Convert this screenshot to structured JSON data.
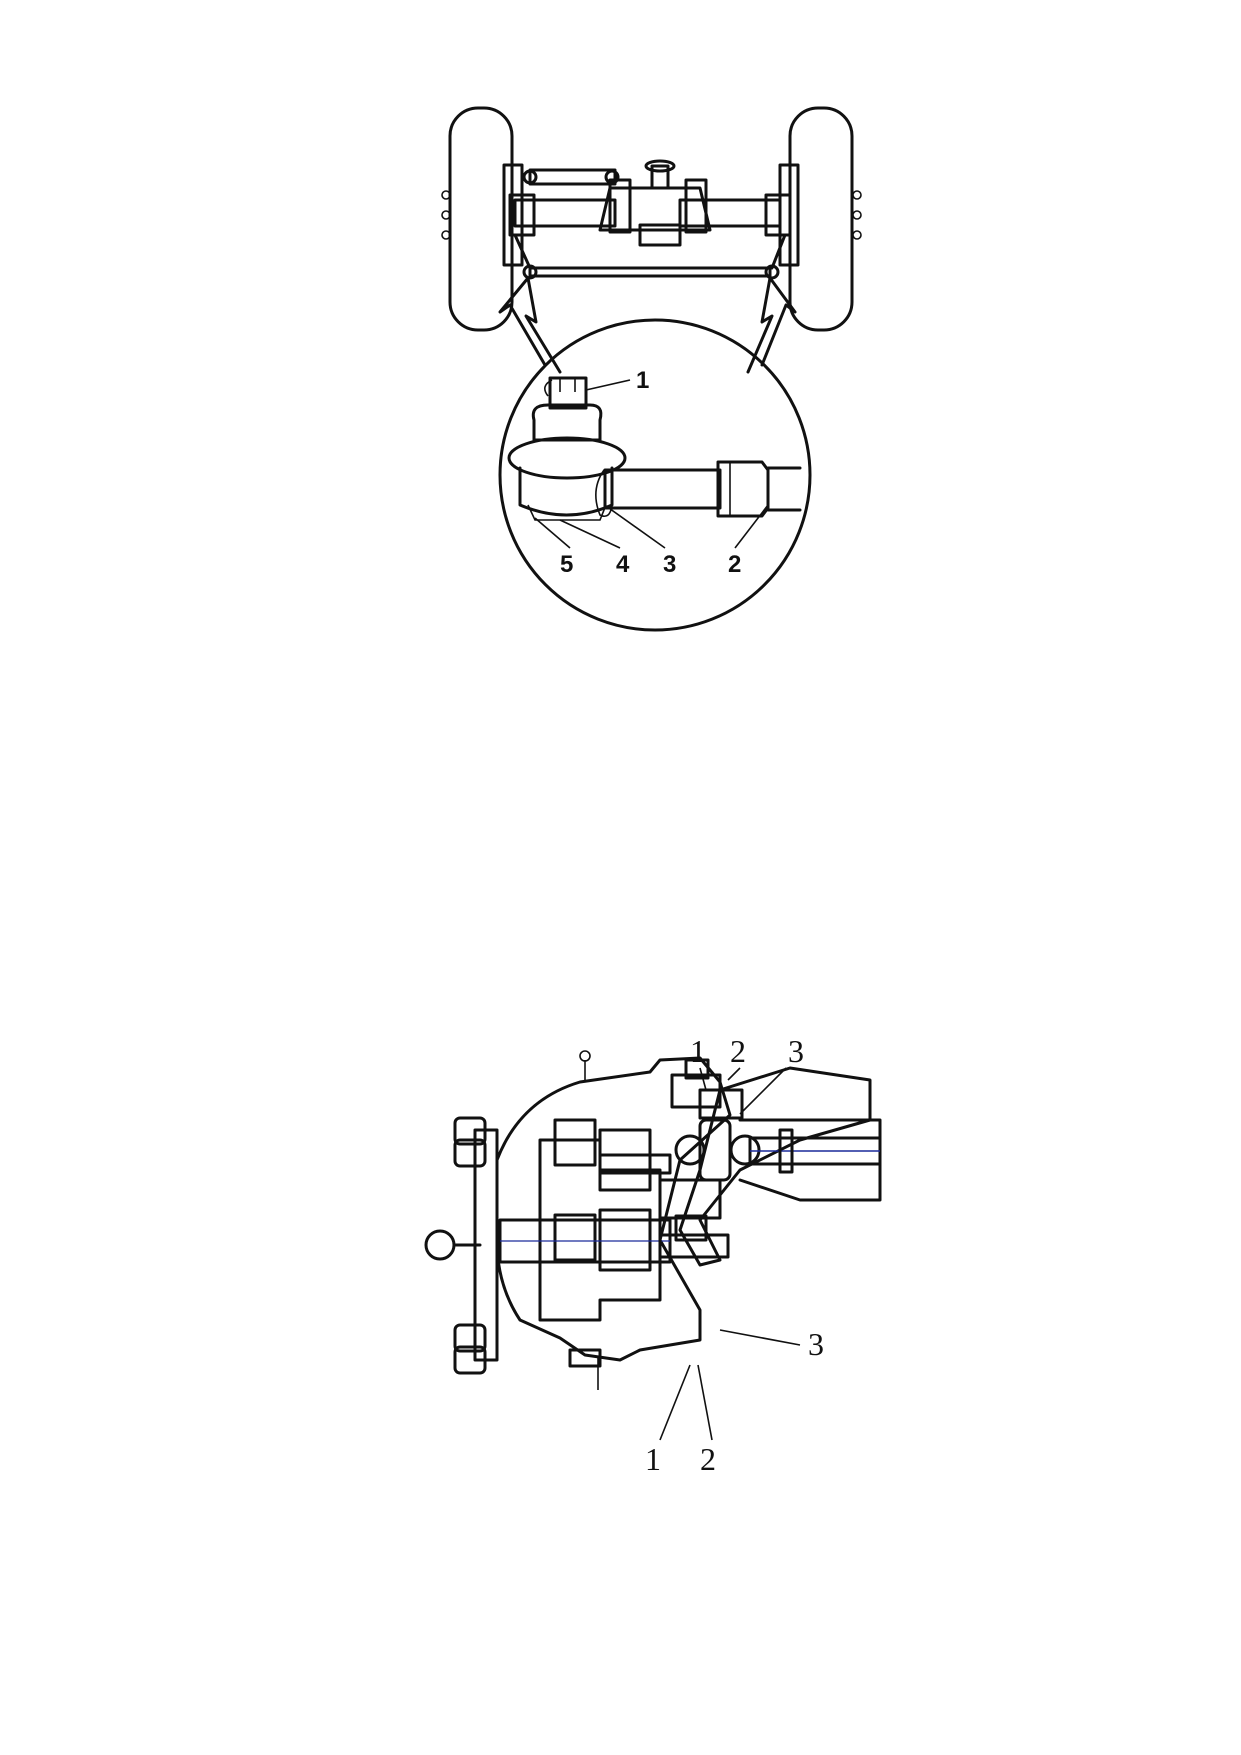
{
  "figures": [
    {
      "callouts": [
        "1",
        "2",
        "3",
        "4",
        "5"
      ]
    },
    {
      "callouts_top": [
        "1",
        "2",
        "3"
      ],
      "callouts_right": [
        "3"
      ],
      "callouts_bottom": [
        "1",
        "2"
      ]
    }
  ],
  "colors": {
    "ink": "#111111",
    "accent_blue": "#1a2a9a"
  }
}
